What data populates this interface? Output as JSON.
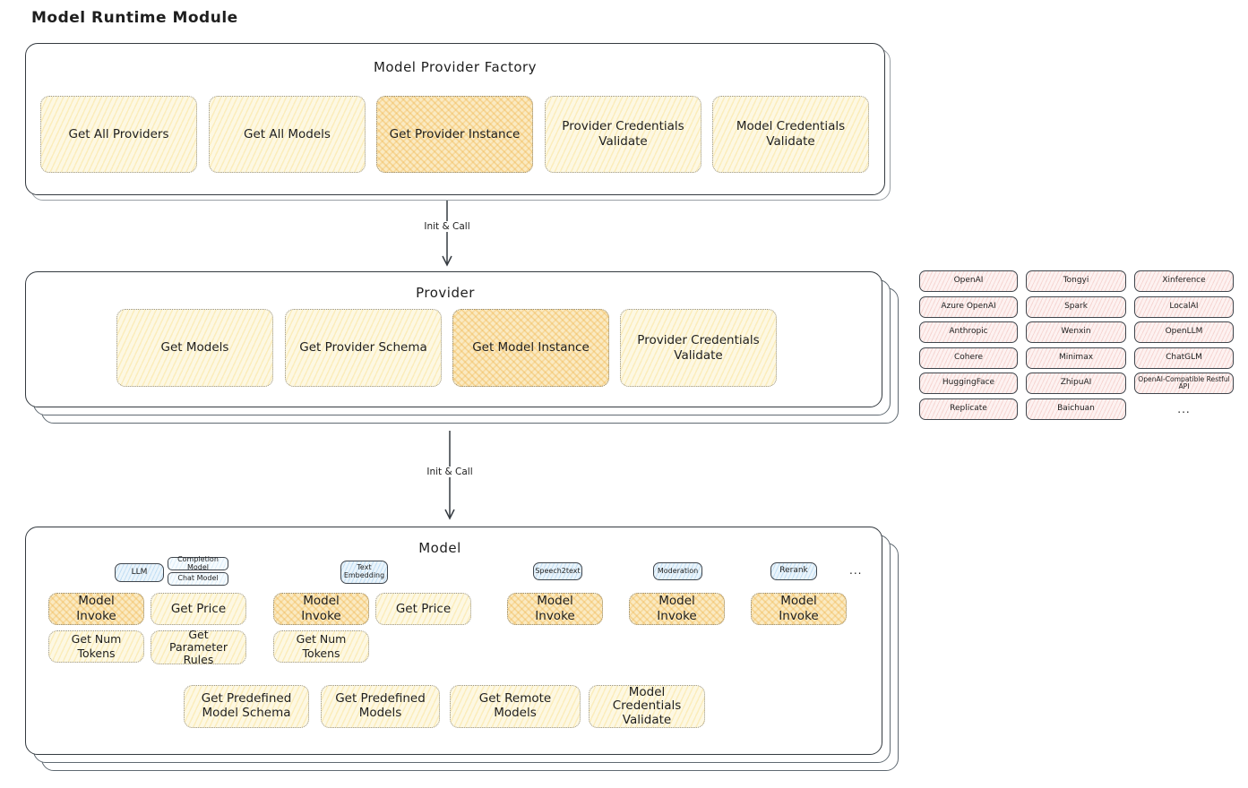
{
  "page": {
    "title": "Model Runtime Module"
  },
  "palette": {
    "outline": "#2f3337",
    "yellow_fill": "#fdf8e3",
    "yellow_hatch": "#f6d365",
    "highlight_fill": "#faeac2",
    "highlight_hatch": "#f0b64e",
    "pink_fill": "#fdf2f1",
    "pink_hatch": "#eeb4ae",
    "blue_fill": "#eaf4fb",
    "blue_hatch": "#93c5eb"
  },
  "factory": {
    "title": "Model Provider Factory",
    "boxes": [
      {
        "label": "Get All Providers",
        "highlighted": false
      },
      {
        "label": "Get All Models",
        "highlighted": false
      },
      {
        "label": "Get Provider Instance",
        "highlighted": true
      },
      {
        "label": "Provider Credentials Validate",
        "highlighted": false
      },
      {
        "label": "Model Credentials Validate",
        "highlighted": false
      }
    ]
  },
  "arrows": [
    {
      "label": "Init & Call"
    },
    {
      "label": "Init & Call"
    }
  ],
  "provider": {
    "title": "Provider",
    "boxes": [
      {
        "label": "Get Models",
        "highlighted": false
      },
      {
        "label": "Get Provider Schema",
        "highlighted": false
      },
      {
        "label": "Get Model Instance",
        "highlighted": true
      },
      {
        "label": "Provider Credentials Validate",
        "highlighted": false
      }
    ]
  },
  "provider_list": {
    "columns": [
      {
        "items": [
          "OpenAI",
          "Azure OpenAI",
          "Anthropic",
          "Cohere",
          "HuggingFace",
          "Replicate"
        ]
      },
      {
        "items": [
          "Tongyi",
          "Spark",
          "Wenxin",
          "Minimax",
          "ZhipuAI",
          "Baichuan"
        ]
      },
      {
        "items": [
          "Xinference",
          "LocalAI",
          "OpenLLM",
          "ChatGLM",
          "OpenAI-Compatible Restful API",
          "..."
        ]
      }
    ]
  },
  "model": {
    "title": "Model",
    "tags": {
      "llm": "LLM",
      "completion": "Completion Model",
      "chat": "Chat Model",
      "text_embedding": "Text Embedding",
      "speech2text": "Speech2text",
      "moderation": "Moderation",
      "rerank": "Rerank",
      "ellipsis": "..."
    },
    "functions": {
      "model_invoke": "Model Invoke",
      "get_price": "Get Price",
      "get_num_tokens": "Get Num Tokens",
      "get_parameter_rules": "Get Parameter Rules"
    },
    "bottom": [
      "Get Predefined Model Schema",
      "Get Predefined Models",
      "Get Remote Models",
      "Model Credentials Validate"
    ]
  }
}
